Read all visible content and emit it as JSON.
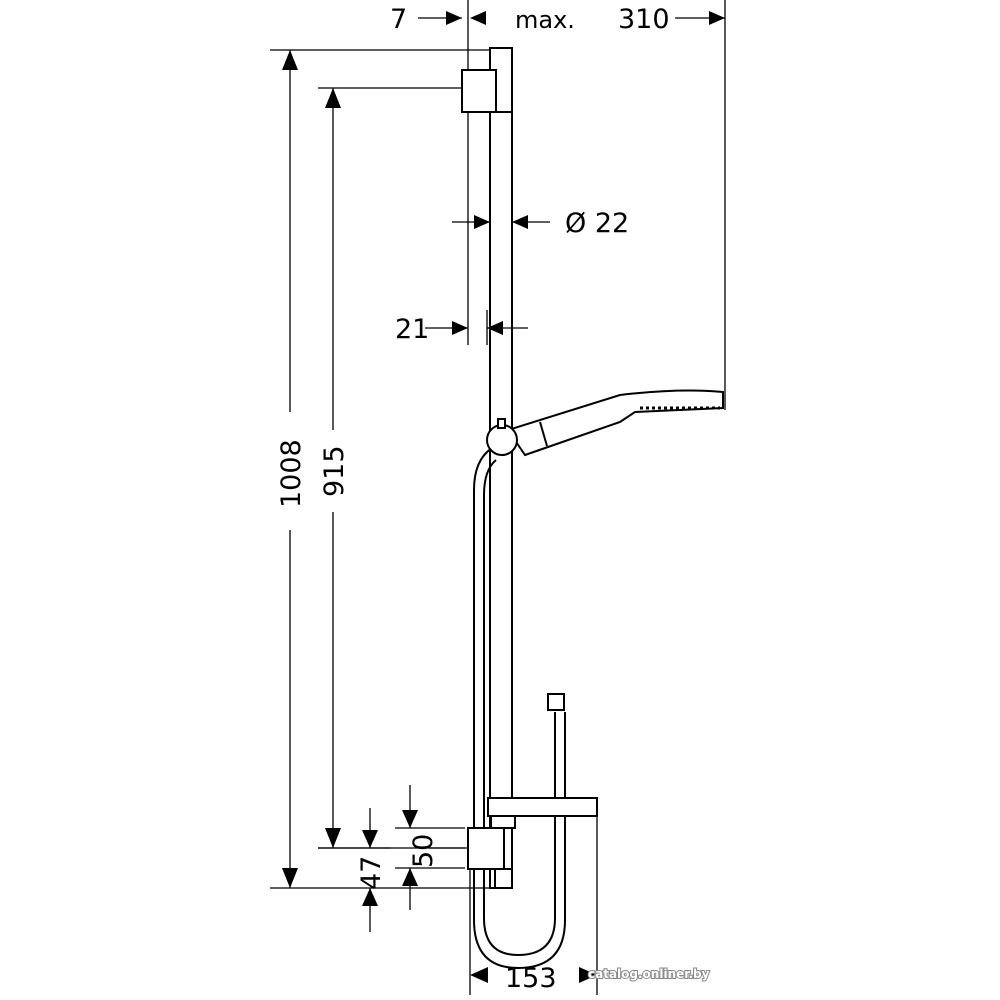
{
  "title": "Shower rail set dimension drawing",
  "dimensions": {
    "offset_top": "7",
    "max_label": "max.",
    "max_reach": "310",
    "diameter": "Ø 22",
    "rail_offset": "21",
    "overall_height": "1008",
    "bracket_spacing": "915",
    "bracket_height": "50",
    "bracket_bottom": "47",
    "dish_width": "153"
  },
  "watermark": "catalog.onliner.by"
}
